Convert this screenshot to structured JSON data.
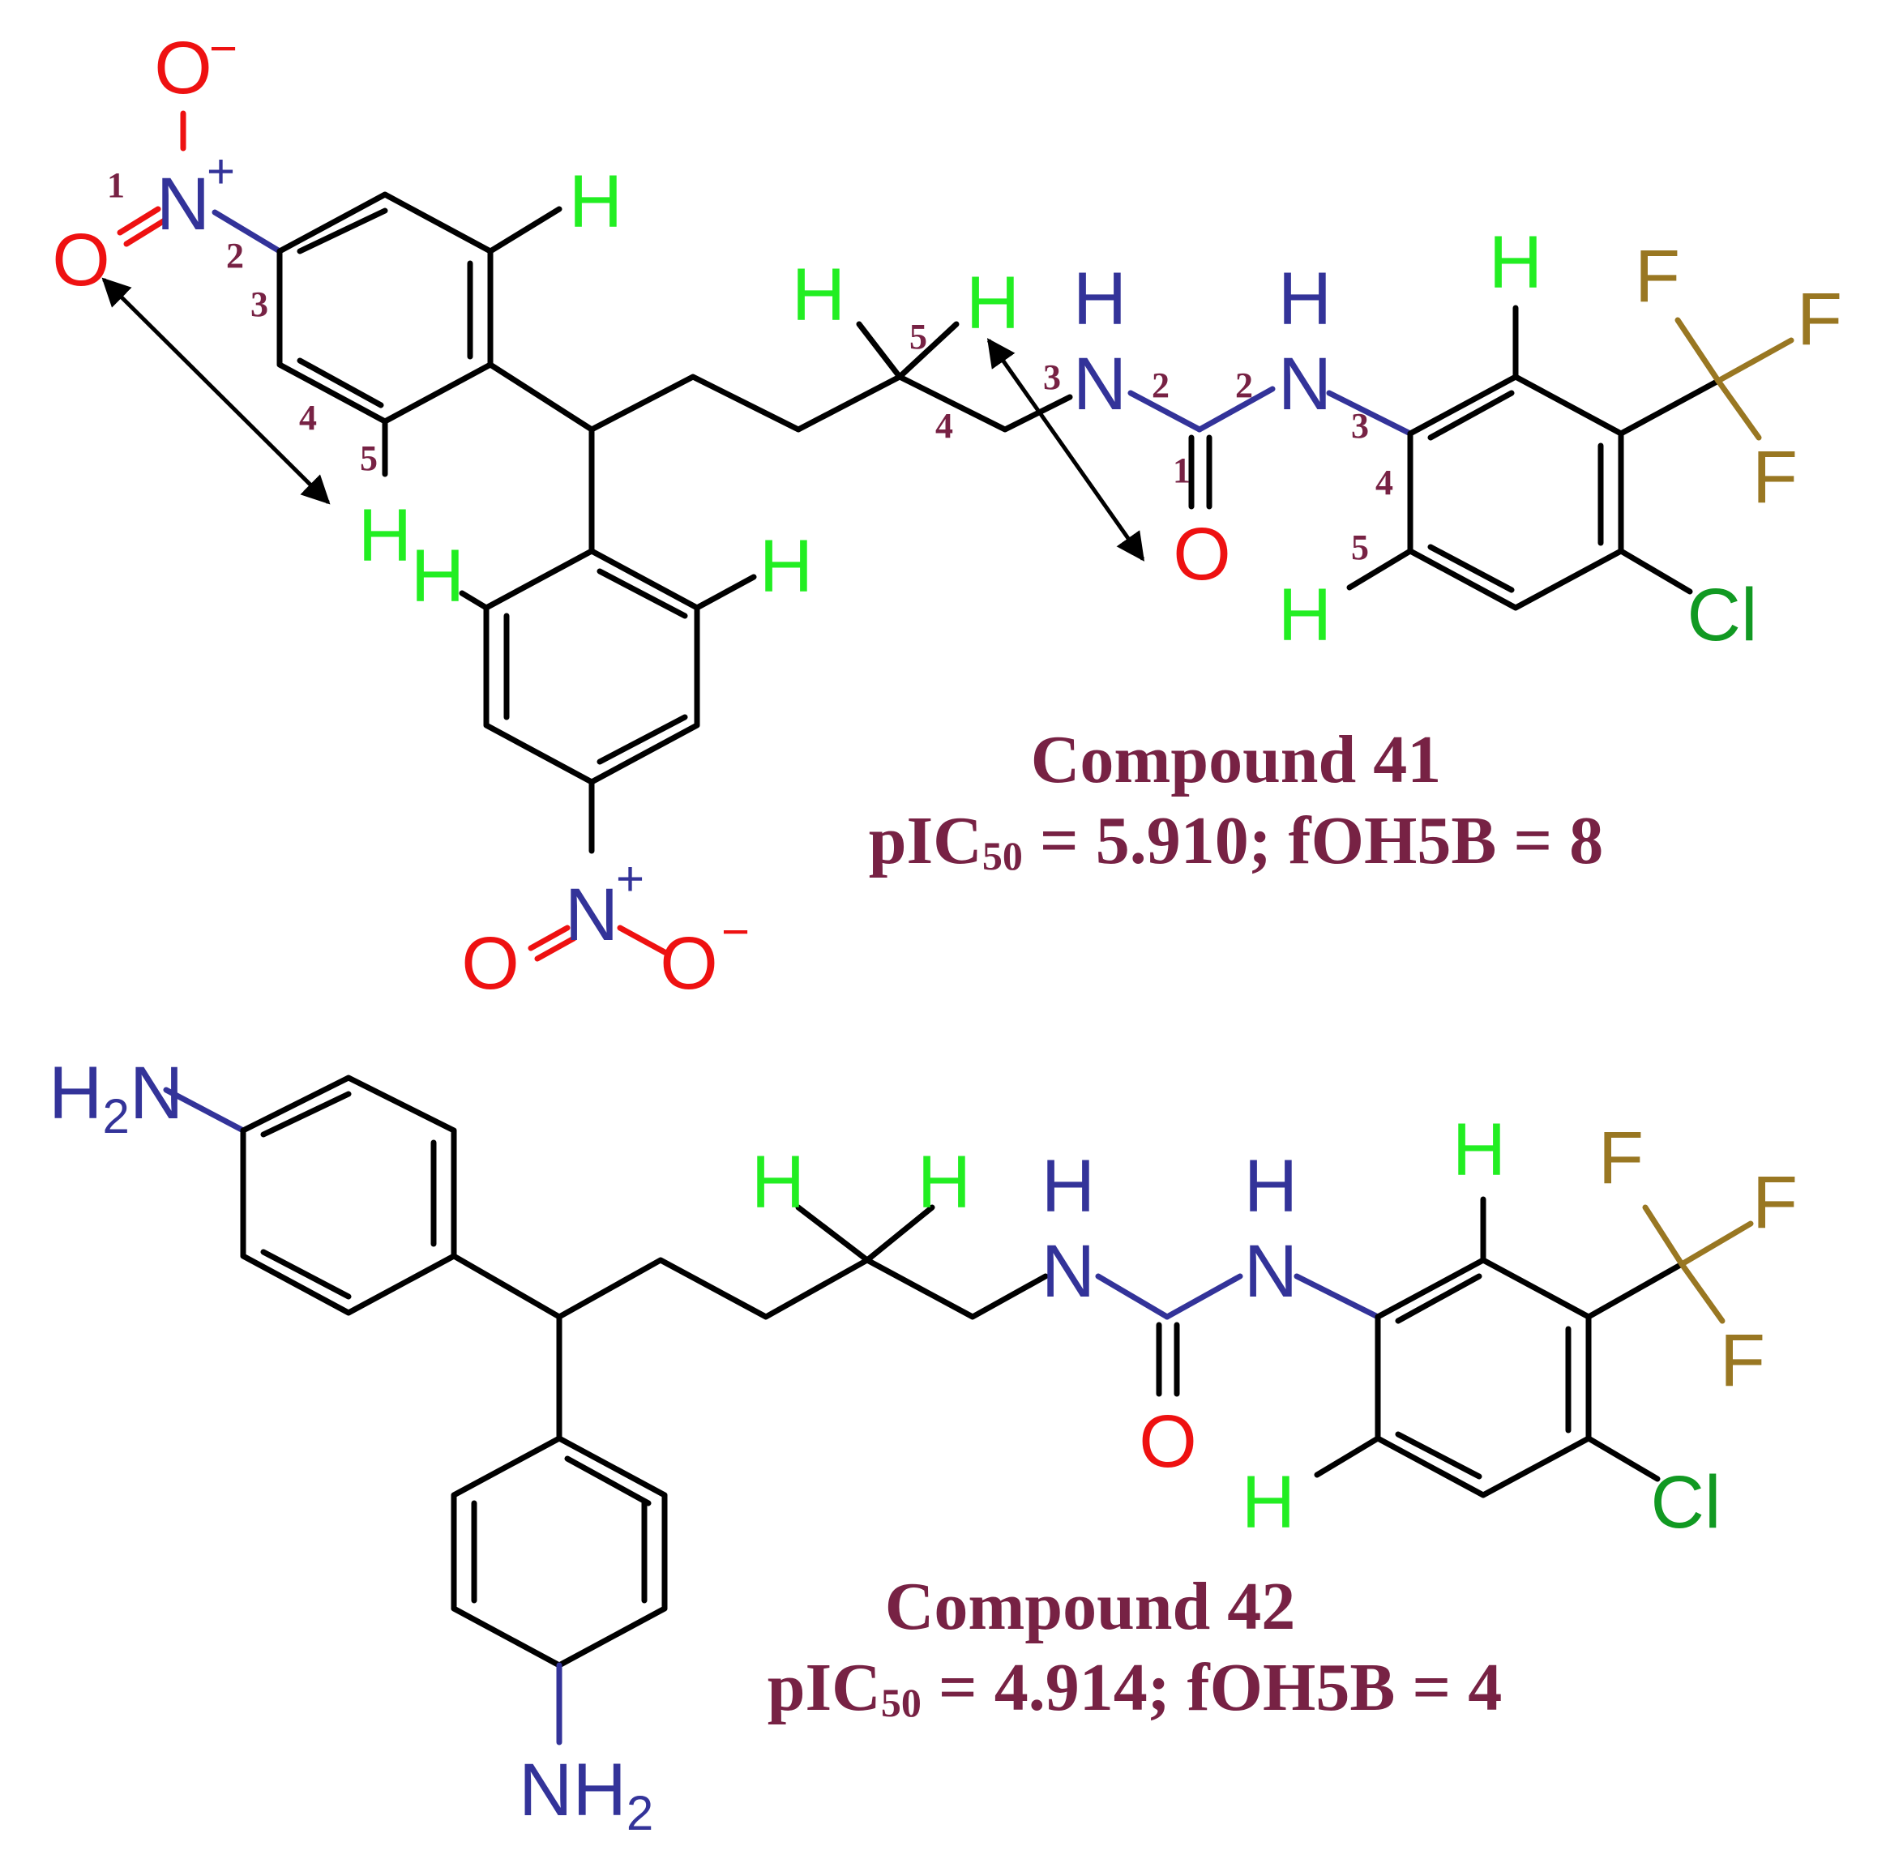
{
  "colors": {
    "bond": "#000000",
    "oxygen": "#ee1111",
    "nitrogen": "#333399",
    "hydrogen": "#22ee22",
    "fluorine": "#997722",
    "chlorine": "#119922",
    "caption": "#772244",
    "label_number": "#772244"
  },
  "atoms": {
    "O": "O",
    "N": "N",
    "H": "H",
    "F": "F",
    "Cl": "Cl",
    "H2N": "H",
    "H2N_sub": "2",
    "H2N_tail": "N",
    "NH2": "NH",
    "NH2_sub": "2",
    "plus": "+",
    "minus": "−"
  },
  "compound_41": {
    "title": "Compound 41",
    "activity_prefix": "pIC",
    "activity_sub": "50",
    "activity_rest": " = 5.910; fOH5B = 8",
    "path_numbers_left": [
      "1",
      "2",
      "3",
      "4",
      "5"
    ],
    "path_numbers_middle": [
      "5",
      "4",
      "3",
      "2"
    ],
    "path_numbers_right": [
      "1",
      "2",
      "3",
      "4",
      "5"
    ]
  },
  "compound_42": {
    "title": "Compound 42",
    "activity_prefix": "pIC",
    "activity_sub": "50",
    "activity_rest": " = 4.914; fOH5B = 4"
  },
  "icons": [
    "double-headed-arrow-icon"
  ]
}
